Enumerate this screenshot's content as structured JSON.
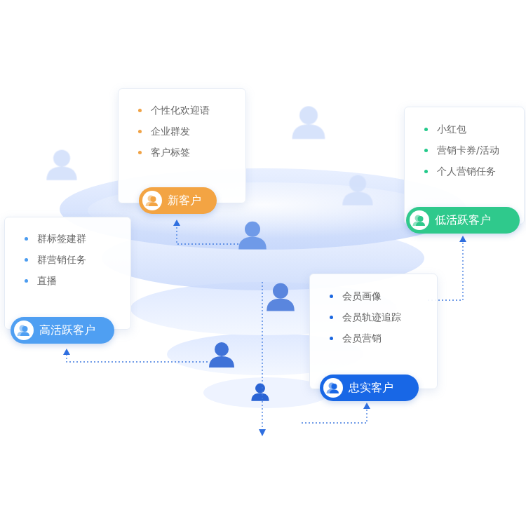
{
  "diagram": {
    "nodes": [
      {
        "text": [
          "个性化欢迎语",
          "企业群发",
          "客户标签"
        ]
      },
      {
        "text": [
          "新客户"
        ],
        "in": 0
      },
      {
        "text": [
          "小红包",
          "营销卡券/活动",
          "个人营销任务"
        ]
      },
      {
        "text": [
          "低活跃客户"
        ],
        "in": 2
      },
      {
        "text": [
          "群标签建群",
          "群营销任务",
          "直播"
        ]
      },
      {
        "text": [
          "高活跃客户"
        ],
        "in": 4
      },
      {
        "text": [
          "会员画像",
          "会员轨迹追踪",
          "会员营销"
        ]
      },
      {
        "text": [
          "忠实客户"
        ],
        "in": 6
      }
    ]
  }
}
